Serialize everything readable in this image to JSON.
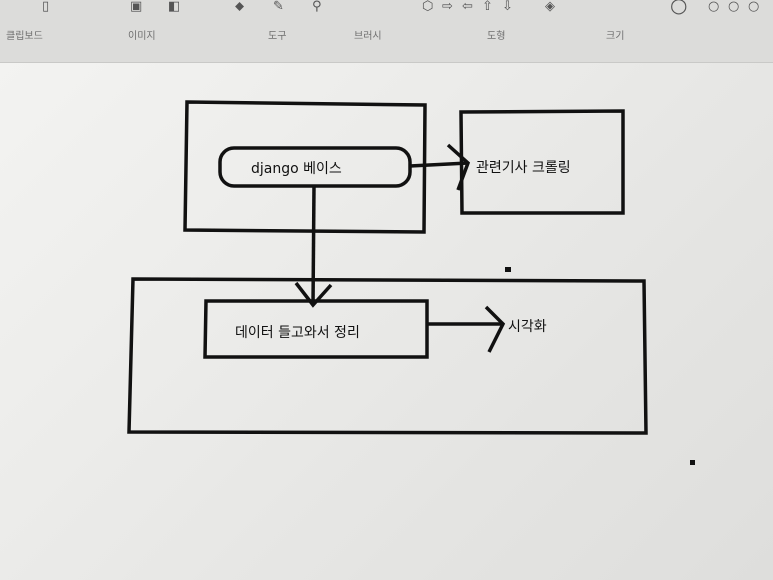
{
  "ribbon": {
    "groups": [
      "클립보드",
      "이미지",
      "도구",
      "브러시",
      "도형",
      "크기"
    ]
  },
  "diagram": {
    "nodes": {
      "django": "django 베이스",
      "crawling": "관련기사 크롤링",
      "process": "데이터 들고와서 정리",
      "viz": "시각화"
    }
  }
}
